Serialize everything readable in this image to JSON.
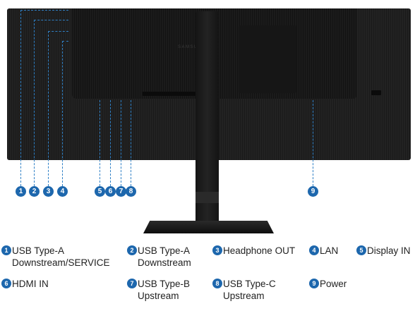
{
  "product": {
    "brand_text": "SAMSUNG"
  },
  "callouts": [
    {
      "num": "1",
      "label_line1": "USB Type-A",
      "label_line2": "Downstream/SERVICE"
    },
    {
      "num": "2",
      "label_line1": "USB Type-A",
      "label_line2": "Downstream"
    },
    {
      "num": "3",
      "label_line1": "Headphone OUT",
      "label_line2": ""
    },
    {
      "num": "4",
      "label_line1": "LAN",
      "label_line2": ""
    },
    {
      "num": "5",
      "label_line1": "Display IN",
      "label_line2": ""
    },
    {
      "num": "6",
      "label_line1": "HDMI IN",
      "label_line2": ""
    },
    {
      "num": "7",
      "label_line1": "USB Type-B",
      "label_line2": "Upstream"
    },
    {
      "num": "8",
      "label_line1": "USB Type-C",
      "label_line2": "Upstream"
    },
    {
      "num": "9",
      "label_line1": "Power",
      "label_line2": ""
    }
  ],
  "colors": {
    "accent": "#1d67ad",
    "monitor": "#1c1c1c",
    "text": "#222222"
  }
}
